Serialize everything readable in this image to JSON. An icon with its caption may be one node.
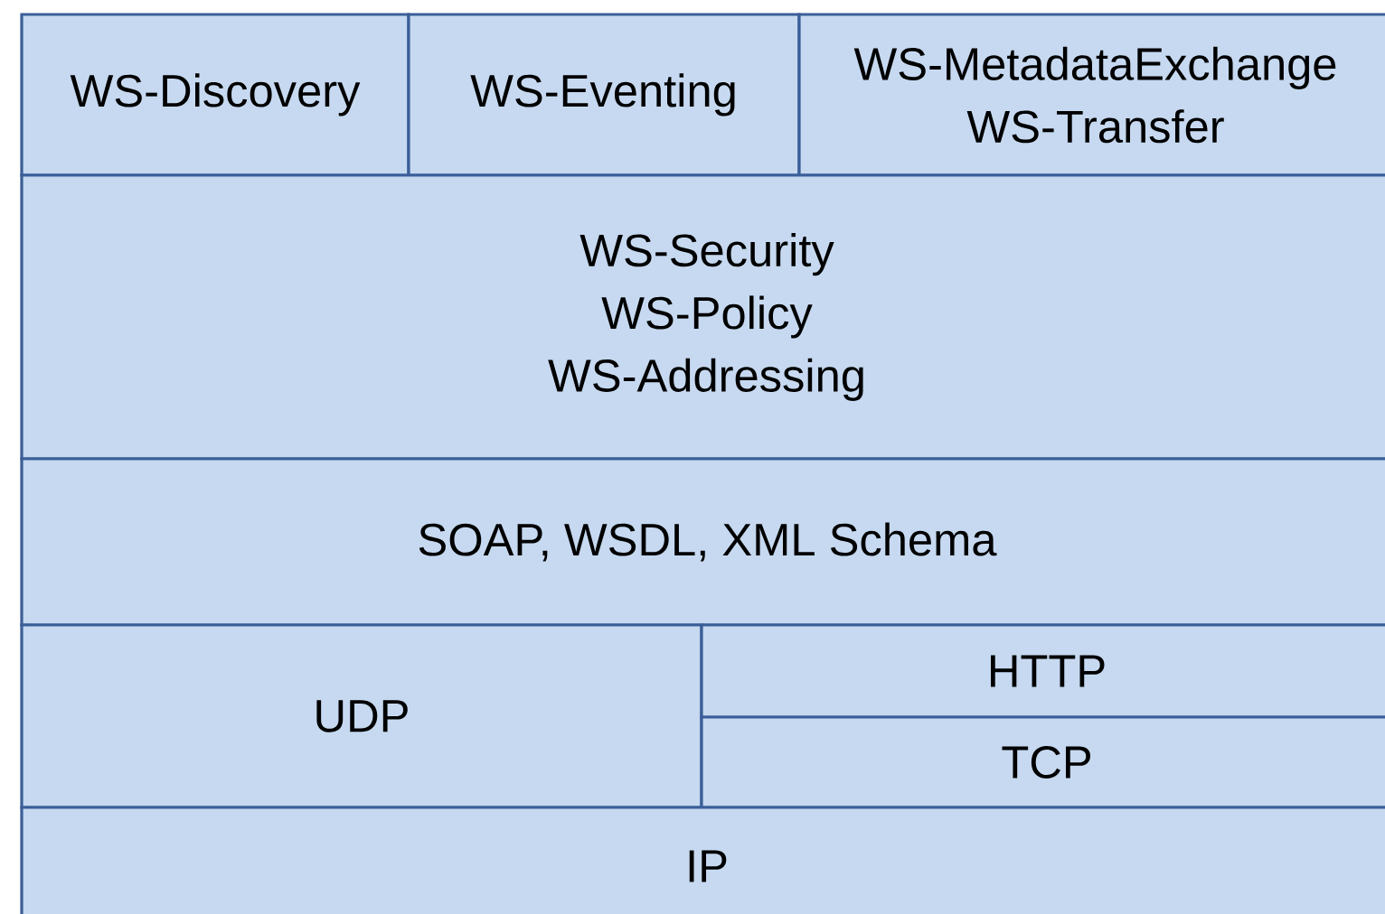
{
  "diagram": {
    "nodes": [
      {
        "text": [
          "WS-Discovery"
        ]
      },
      {
        "text": [
          "WS-Eventing"
        ]
      },
      {
        "text": [
          "WS-MetadataExchange",
          "WS-Transfer"
        ]
      },
      {
        "text": [
          "WS-Security",
          "WS-Policy",
          "WS-Addressing"
        ]
      },
      {
        "text": [
          "SOAP, WSDL, XML Schema"
        ]
      },
      {
        "text": [
          "UDP"
        ]
      },
      {
        "text": [
          "HTTP"
        ]
      },
      {
        "text": [
          "TCP"
        ]
      },
      {
        "text": [
          "IP"
        ]
      }
    ]
  }
}
